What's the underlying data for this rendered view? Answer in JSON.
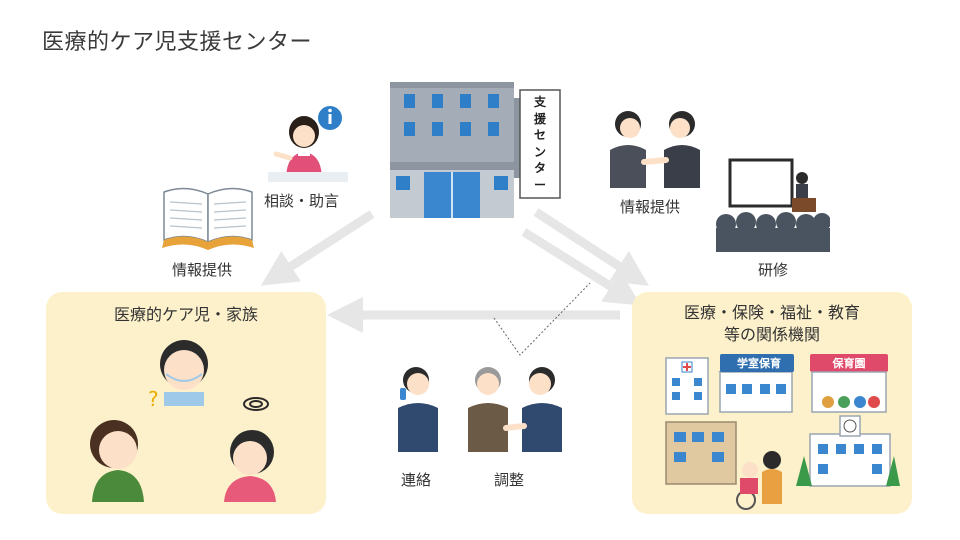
{
  "title": "医療的ケア児支援センター",
  "center": {
    "sign_chars": [
      "支",
      "援",
      "セ",
      "ン",
      "タ",
      "ー"
    ]
  },
  "labels": {
    "consult": "相談・助言",
    "info_left": "情報提供",
    "info_right": "情報提供",
    "training": "研修",
    "liaison": "連絡",
    "coordination": "調整"
  },
  "boxes": {
    "family": {
      "title": "医療的ケア児・家族"
    },
    "agencies": {
      "title_line1": "医療・保険・福祉・教育",
      "title_line2": "等の関係機関"
    }
  },
  "facilities": {
    "school_sign": "学室保育",
    "nursery_sign": "保育園"
  },
  "colors": {
    "box_fill": "#fdf1cc",
    "arrow": "#e6e6e6",
    "building": "#9aa5b1",
    "window": "#2f7fc8"
  }
}
